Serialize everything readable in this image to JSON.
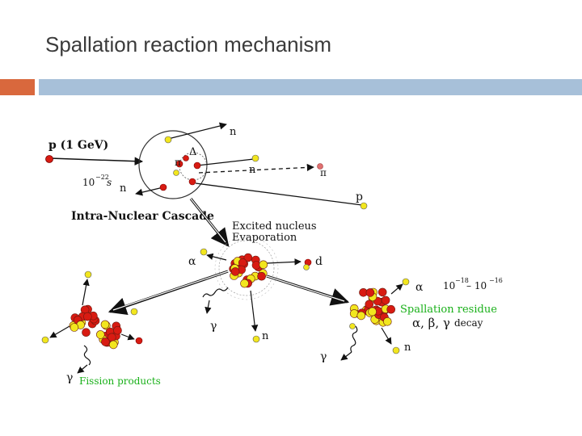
{
  "slide": {
    "title": "Spallation reaction mechanism"
  },
  "colors": {
    "accent": "#d9683d",
    "rule": "#a7c0d9",
    "nucleon_red": "#d81b12",
    "nucleon_yellow": "#f2e61e",
    "label_green": "#19b019"
  },
  "diagram": {
    "labels": {
      "incident": "p (1 GeV)",
      "time_start": "10",
      "time_start_exp": "−22",
      "time_start_unit": "s",
      "cascade": "Intra-Nuclear Cascade",
      "excited": "Excited nucleus",
      "evaporation": "Evaporation",
      "residue": "Spallation residue",
      "decay_particles": "α, β, γ",
      "decay_word": "decay",
      "fission": "Fission products",
      "time_range_a": "10",
      "time_range_a_exp": "−18",
      "time_range_dash": "– 10",
      "time_range_b_exp": "−16"
    },
    "particles": {
      "n": "n",
      "delta": "Δ",
      "pi": "π",
      "p": "p",
      "alpha": "α",
      "d": "d",
      "gamma": "γ"
    }
  }
}
